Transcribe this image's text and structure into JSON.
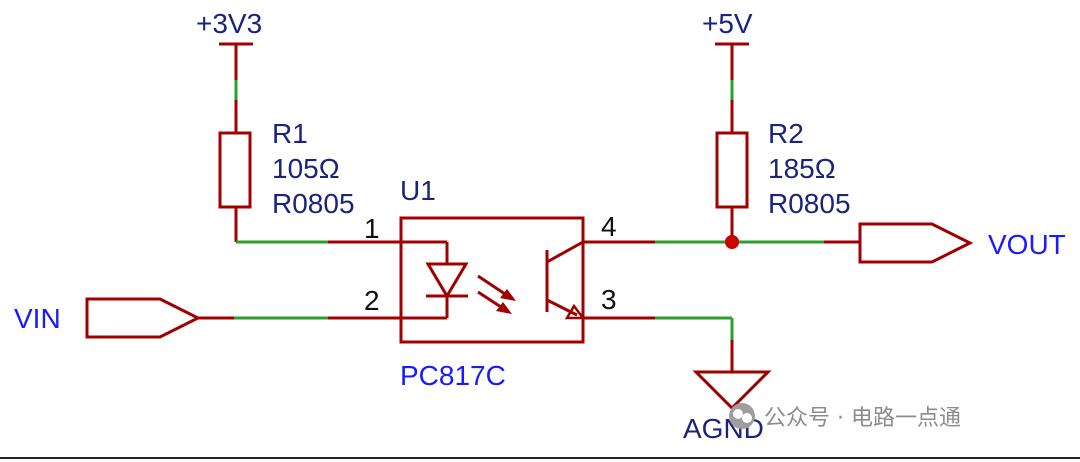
{
  "power": {
    "left": "+3V3",
    "right": "+5V"
  },
  "r1": {
    "ref": "R1",
    "value": "105Ω",
    "package": "R0805"
  },
  "r2": {
    "ref": "R2",
    "value": "185Ω",
    "package": "R0805"
  },
  "u1": {
    "ref": "U1",
    "part": "PC817C",
    "pins": {
      "p1": "1",
      "p2": "2",
      "p3": "3",
      "p4": "4"
    }
  },
  "ports": {
    "input": "VIN",
    "output": "VOUT"
  },
  "ground": "AGND",
  "watermark": {
    "text": "公众号 · 电路一点通",
    "icon": "wechat-official-account-icon"
  },
  "colors": {
    "wire": "#a00000",
    "net_segment": "#2e9e2e",
    "component_label": "#1a237e",
    "net_label": "#1a1aff"
  }
}
